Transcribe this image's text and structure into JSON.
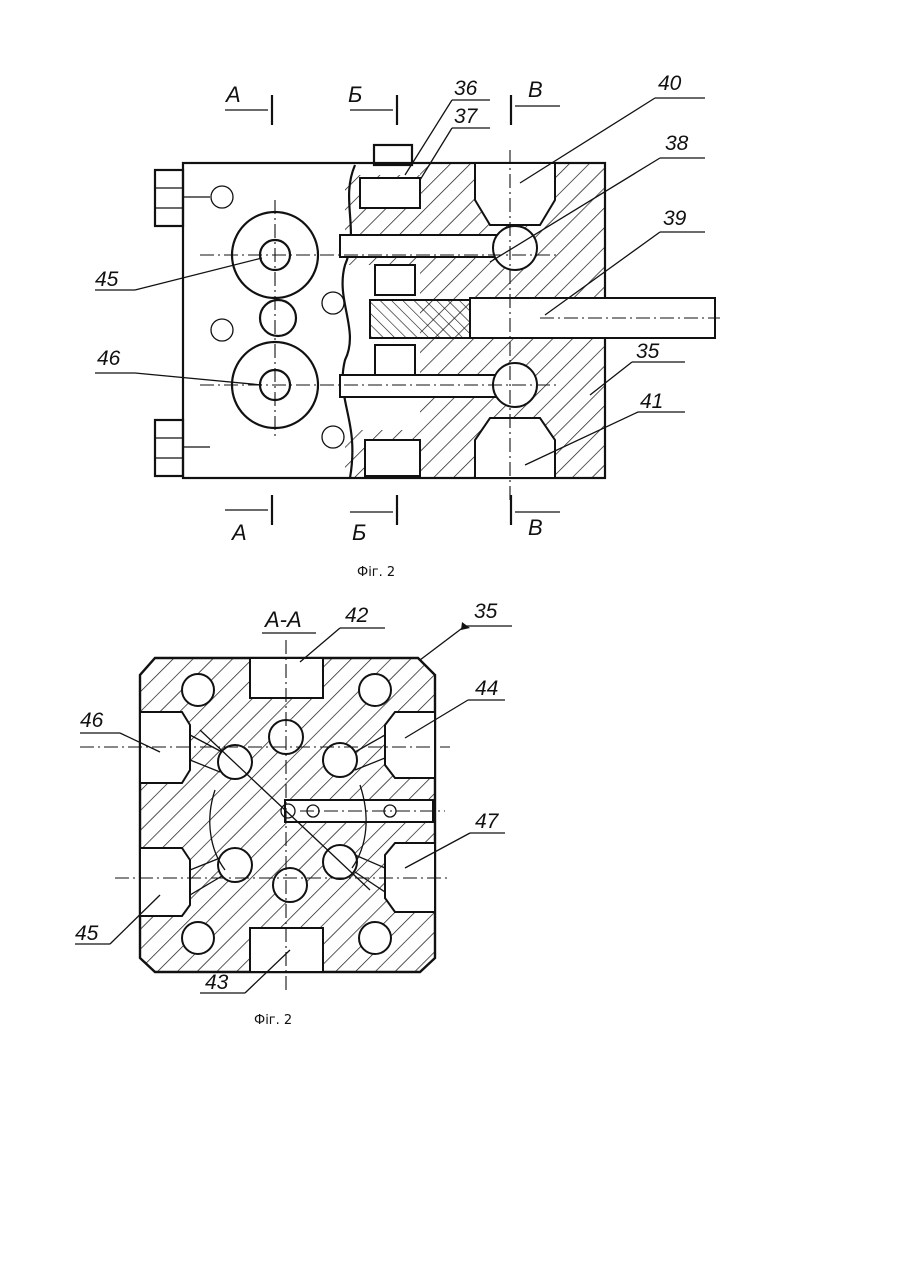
{
  "figure_top": {
    "caption": "Фіг. 2",
    "section_marks": [
      "А",
      "Б",
      "В"
    ],
    "labels": [
      "36",
      "37",
      "38",
      "39",
      "40",
      "35",
      "41",
      "45",
      "46"
    ]
  },
  "figure_bottom": {
    "caption": "Фіг. 2",
    "section_title": "А-А",
    "labels": [
      "42",
      "35",
      "44",
      "46",
      "47",
      "45",
      "43"
    ]
  }
}
